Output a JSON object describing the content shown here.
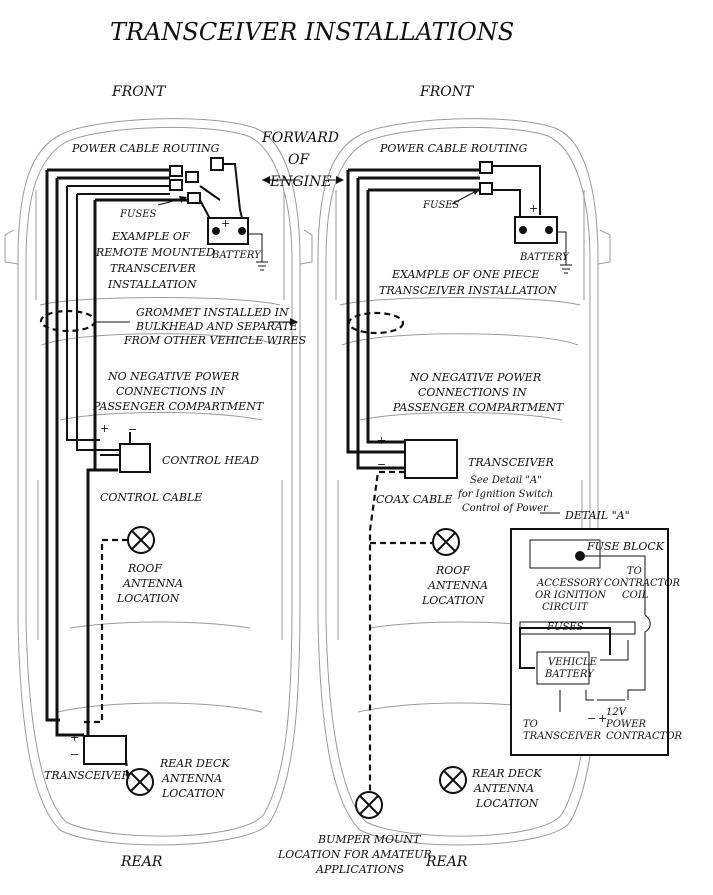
{
  "title": "TRANSCEIVER INSTALLATIONS",
  "left_car": {
    "front": "FRONT",
    "rear": "REAR",
    "power_cable_routing": "POWER CABLE ROUTING",
    "fuses": "FUSES",
    "battery": "BATTERY",
    "battery_plus": "+",
    "example": [
      "EXAMPLE OF",
      "REMOTE MOUNTED",
      "TRANSCEIVER",
      "INSTALLATION"
    ],
    "no_negative": [
      "NO NEGATIVE POWER",
      "CONNECTIONS IN",
      "PASSENGER COMPARTMENT"
    ],
    "control_head": "CONTROL HEAD",
    "control_cable": "CONTROL CABLE",
    "roof_antenna": [
      "ROOF",
      "ANTENNA",
      "LOCATION"
    ],
    "rear_deck_antenna": [
      "REAR DECK",
      "ANTENNA",
      "LOCATION"
    ],
    "transceiver": "TRANSCEIVER",
    "plus": "+",
    "minus": "−"
  },
  "center": {
    "forward_of_engine": [
      "FORWARD",
      "OF",
      "ENGINE"
    ],
    "grommet": [
      "GROMMET INSTALLED IN",
      "BULKHEAD AND SEPARATE",
      "FROM OTHER VEHICLE WIRES"
    ]
  },
  "right_car": {
    "front": "FRONT",
    "rear": "REAR",
    "power_cable_routing": "POWER CABLE ROUTING",
    "fuses": "FUSES",
    "battery": "BATTERY",
    "battery_plus": "+",
    "example": [
      "EXAMPLE OF ONE PIECE",
      "TRANSCEIVER INSTALLATION"
    ],
    "no_negative": [
      "NO NEGATIVE POWER",
      "CONNECTIONS IN",
      "PASSENGER COMPARTMENT"
    ],
    "transceiver": "TRANSCEIVER",
    "see_detail": [
      "See Detail \"A\"",
      "for Ignition Switch",
      "Control of Power"
    ],
    "coax_cable": "COAX CABLE",
    "roof_antenna": [
      "ROOF",
      "ANTENNA",
      "LOCATION"
    ],
    "rear_deck_antenna": [
      "REAR DECK",
      "ANTENNA",
      "LOCATION"
    ],
    "bumper_mount": [
      "BUMPER MOUNT",
      "LOCATION FOR AMATEUR",
      "APPLICATIONS"
    ],
    "plus": "+",
    "minus": "−"
  },
  "detail_a": {
    "label": "DETAIL \"A\"",
    "fuse_block": "FUSE BLOCK",
    "accessory": [
      "ACCESSORY",
      "OR IGNITION",
      "CIRCUIT"
    ],
    "to_contractor": [
      "TO",
      "CONTRACTOR",
      "COIL"
    ],
    "fuses": "FUSES",
    "vehicle_battery": [
      "VEHICLE",
      "BATTERY"
    ],
    "to_transceiver": [
      "TO",
      "TRANSCEIVER"
    ],
    "power_contractor": [
      "12V",
      "POWER",
      "CONTRACTOR"
    ],
    "plus": "+",
    "minus": "−"
  }
}
